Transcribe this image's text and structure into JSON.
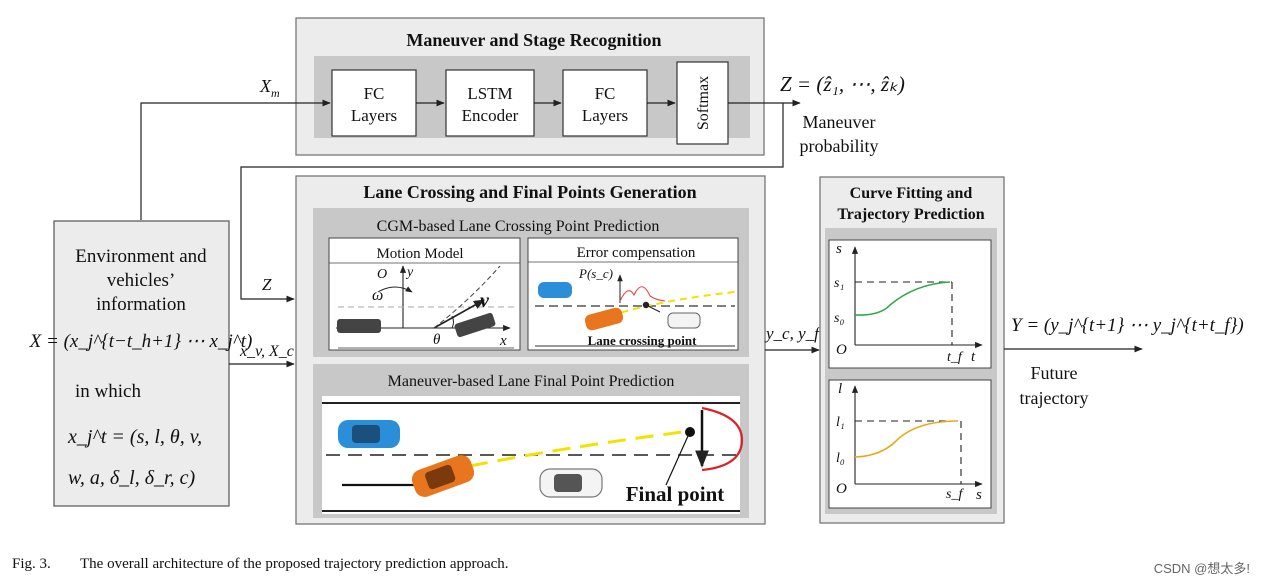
{
  "recognition": {
    "title": "Maneuver and Stage Recognition",
    "fc1": [
      "FC",
      "Layers"
    ],
    "lstm": [
      "LSTM",
      "Encoder"
    ],
    "fc2": [
      "FC",
      "Layers"
    ],
    "softmax": "Softmax",
    "input_label": "X",
    "input_sub": "m",
    "output_formula": "Z = (ẑ₁, ⋯, ẑₖ)",
    "output_caption": [
      "Maneuver",
      "probability"
    ]
  },
  "environment": {
    "lines": [
      "Environment and",
      "vehicles’",
      "information"
    ],
    "x_formula": "X = (x_j^{t−t_h+1} ⋯ x_j^t)",
    "in_which": "in which",
    "state_line1": "x_j^t = (s, l, θ, v,",
    "state_line2": "w, a, δ_l, δ_r, c)",
    "to_gen_label": "x_v, X_c",
    "z_label": "Z"
  },
  "generation": {
    "title": "Lane Crossing and Final Points Generation",
    "cgm_title": "CGM-based Lane Crossing Point Prediction",
    "motion_model": {
      "title": "Motion Model",
      "labels": {
        "o": "O",
        "y": "y",
        "omega": "ω",
        "v": "v",
        "theta": "θ",
        "x": "x"
      }
    },
    "error_comp": {
      "title": "Error compensation",
      "p_label": "P(s_c)",
      "caption": "Lane crossing point"
    },
    "final_title": "Maneuver-based Lane Final Point Prediction",
    "final_label": "Final point",
    "output_label": "y_c, y_f"
  },
  "curve": {
    "title": [
      "Curve Fitting and",
      "Trajectory Prediction"
    ],
    "plot1": {
      "y_axis": "s",
      "x_axis": "t",
      "y1": "s₁",
      "y0": "s₀",
      "origin": "O",
      "xf": "t_f"
    },
    "plot2": {
      "y_axis": "l",
      "x_axis": "s",
      "y1": "l₁",
      "y0": "l₀",
      "origin": "O",
      "xf": "s_f"
    },
    "output_formula": "Y = (y_j^{t+1} ⋯ y_j^{t+t_f})",
    "output_caption": [
      "Future",
      "trajectory"
    ]
  },
  "caption": {
    "label": "Fig. 3.",
    "text": "The overall architecture of the proposed trajectory prediction approach."
  },
  "watermark": "CSDN @想太多!",
  "colors": {
    "panel": "#ececec",
    "inner_panel": "#c8c8c8",
    "green_curve": "#2eaa4a",
    "yellow_curve": "#e6a817",
    "orange_car": "#e8761e",
    "blue_car": "#2a8ed8",
    "red_arc": "#d9232a",
    "yellow_dash": "#f2e200"
  }
}
